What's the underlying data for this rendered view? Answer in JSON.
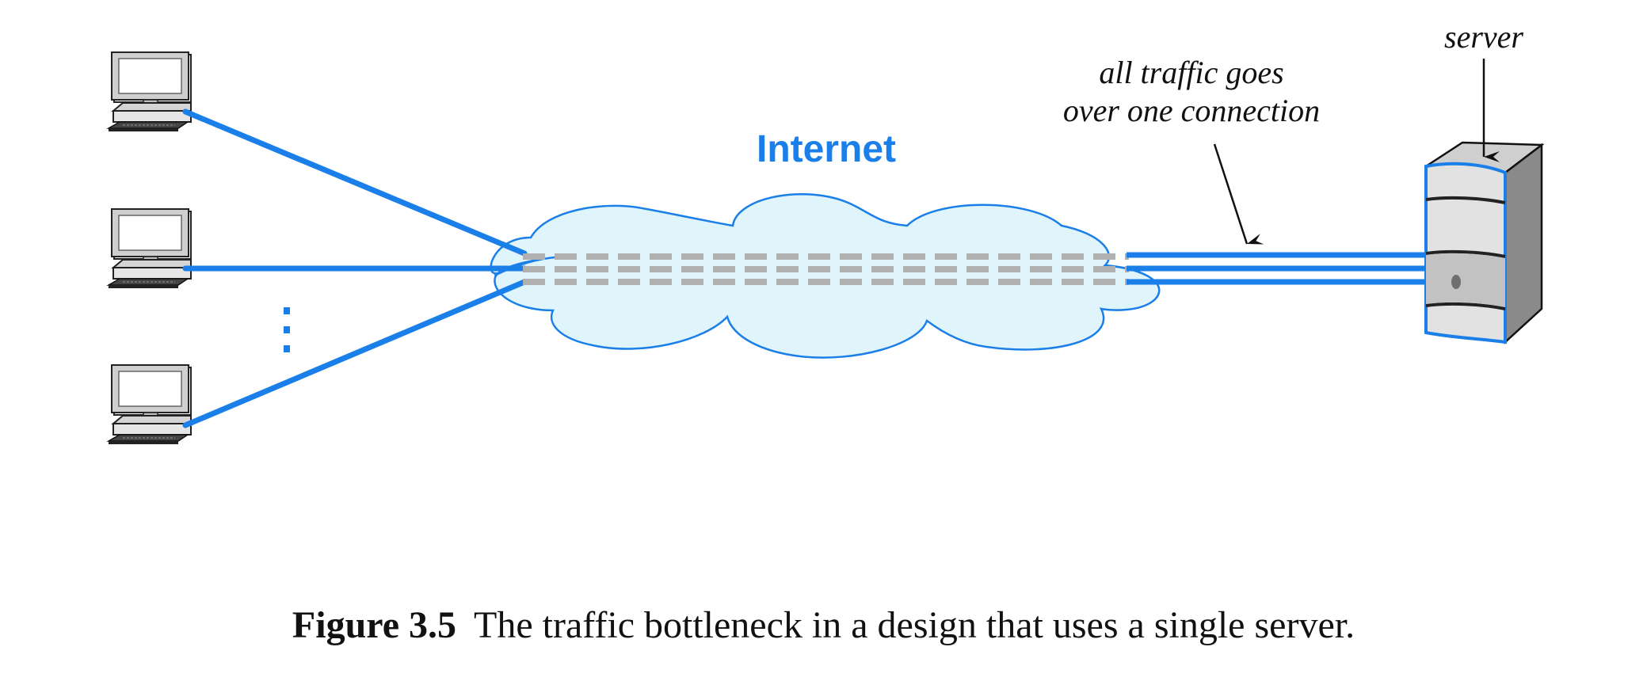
{
  "labels": {
    "server": "server",
    "traffic_line_1": "all traffic goes",
    "traffic_line_2": "over one connection",
    "cloud": "Internet"
  },
  "caption": {
    "number": "Figure 3.5",
    "text": "The traffic bottleneck in a design that uses a single server."
  },
  "nodes": {
    "clients": [
      "desktop-computer-icon",
      "desktop-computer-icon",
      "desktop-computer-icon"
    ],
    "ellipsis": "vertical-ellipsis",
    "cloud": "cloud-icon",
    "server": "server-tower-icon"
  },
  "colors": {
    "link": "#1a7fe8",
    "cloud_fill": "#dff5fb",
    "cloud_stroke": "#1a7fe8",
    "dashes": "#b0b0b0",
    "server_front": "#e2e2e2",
    "server_side": "#8a8a8a",
    "text": "#111111"
  }
}
